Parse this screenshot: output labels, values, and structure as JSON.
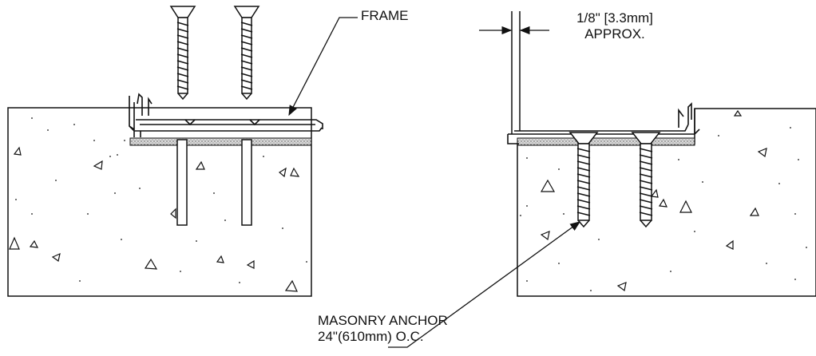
{
  "labels": {
    "frame": "FRAME",
    "gap_line1": "1/8\" [3.3mm]",
    "gap_line2": "APPROX.",
    "anchor_line1": "MASONRY ANCHOR",
    "anchor_line2": "24\"(610mm) O.C."
  },
  "colors": {
    "line": "#111111",
    "concrete": "#ffffff",
    "mortar": "#b8b8b8"
  },
  "icons": [
    "countersunk-screw-icon",
    "aggregate-triangle-icon",
    "arrow-icon"
  ]
}
